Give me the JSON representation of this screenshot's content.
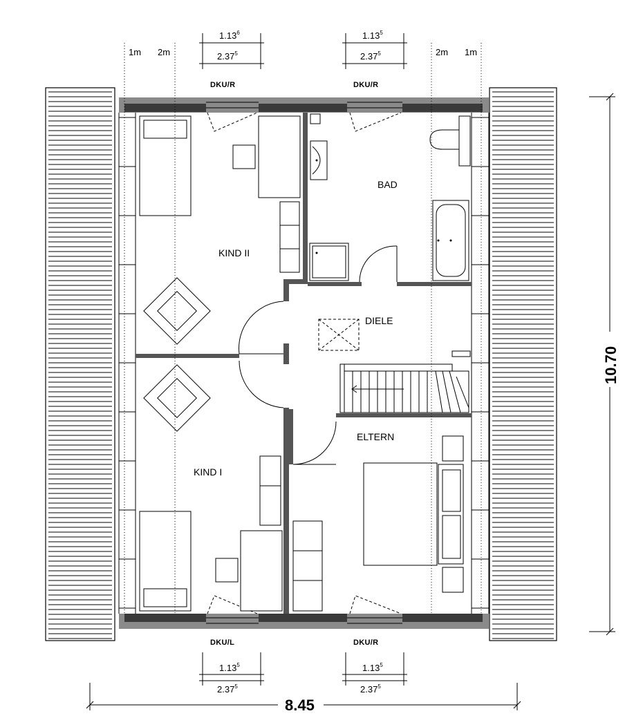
{
  "rooms": {
    "kind2": "KIND II",
    "bad": "BAD",
    "diele": "DIELE",
    "kind1": "KIND I",
    "eltern": "ELTERN"
  },
  "windows": {
    "top_left": "DKU/R",
    "top_right": "DKU/R",
    "bottom_left": "DKU/L",
    "bottom_right": "DKU/R"
  },
  "window_dims": {
    "top_left": {
      "main": "1.13",
      "main_sup": "6",
      "sub": "2.37",
      "sub_sup": "5"
    },
    "top_right": {
      "main": "1.13",
      "main_sup": "5",
      "sub": "2.37",
      "sub_sup": "5"
    },
    "bottom_left": {
      "main": "1.13",
      "main_sup": "5",
      "sub": "2.37",
      "sub_sup": "5"
    },
    "bottom_right": {
      "main": "1.13",
      "main_sup": "5",
      "sub": "2.37",
      "sub_sup": "5"
    }
  },
  "height_lines": {
    "left_1m": "1m",
    "left_2m": "2m",
    "right_2m": "2m",
    "right_1m": "1m"
  },
  "overall_dims": {
    "width": "8.45",
    "depth": "10.70"
  }
}
